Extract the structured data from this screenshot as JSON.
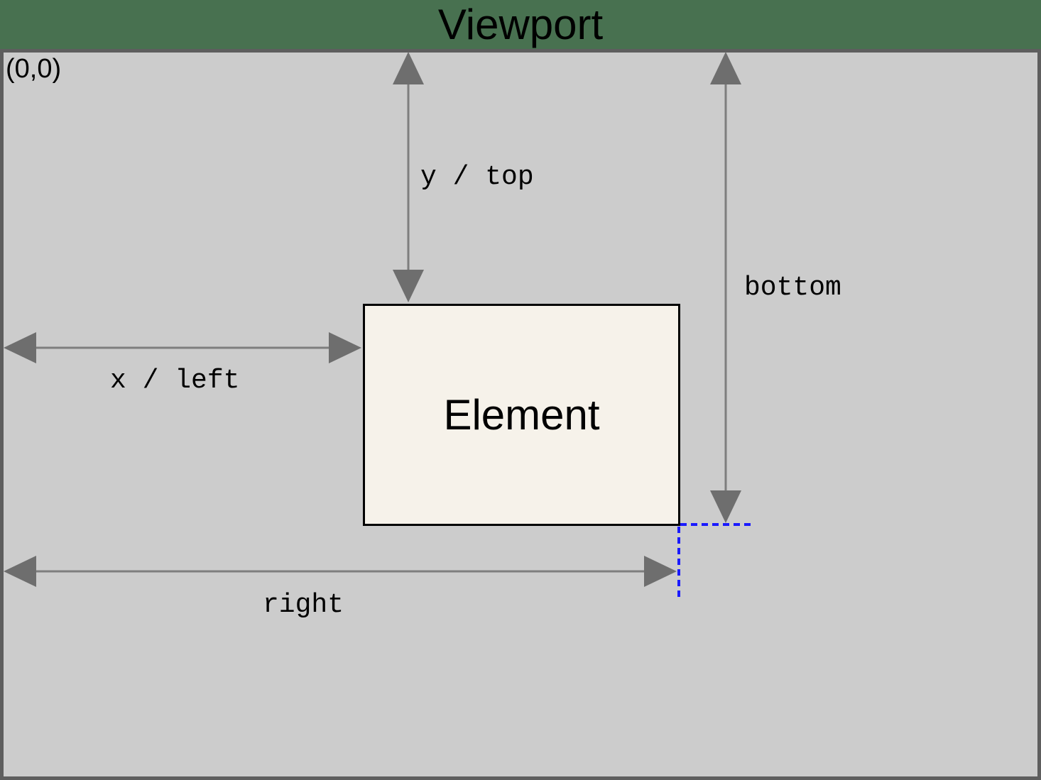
{
  "diagram": {
    "title": "Viewport",
    "origin_label": "(0,0)",
    "element": {
      "label": "Element"
    },
    "measurements": {
      "y_top": "y / top",
      "bottom": "bottom",
      "x_left": "x / left",
      "right": "right"
    }
  },
  "colors": {
    "page_background": "#487150",
    "viewport_fill": "#cccccc",
    "viewport_border": "#5e5e5e",
    "element_fill": "#f6f2ea",
    "element_border": "#000000",
    "arrow_line": "#7e7e7e",
    "arrow_head": "#6e6e6e",
    "guide_dotted": "#1a1aff",
    "text": "#000000"
  }
}
